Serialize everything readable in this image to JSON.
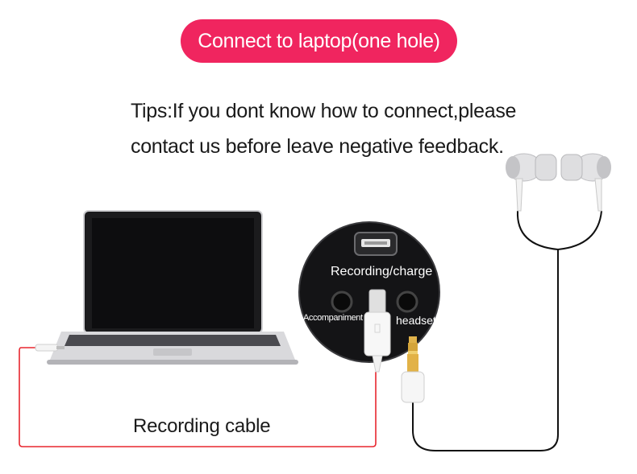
{
  "banner": {
    "text": "Connect to laptop(one hole)",
    "color": "#f0255f"
  },
  "tips": {
    "line1": "Tips:If you dont know how to connect,please",
    "line2": "contact us before leave negative feedback."
  },
  "device": {
    "recording_label": "Recording/charge",
    "accompaniment_label": "Accompaniment",
    "headset_label": "headset"
  },
  "cable": {
    "label": "Recording cable",
    "color": "#e8262f"
  },
  "icons": [
    "laptop-icon",
    "earphones-icon",
    "sound-card-device-icon",
    "usb-cable-icon",
    "audio-plug-icon"
  ]
}
